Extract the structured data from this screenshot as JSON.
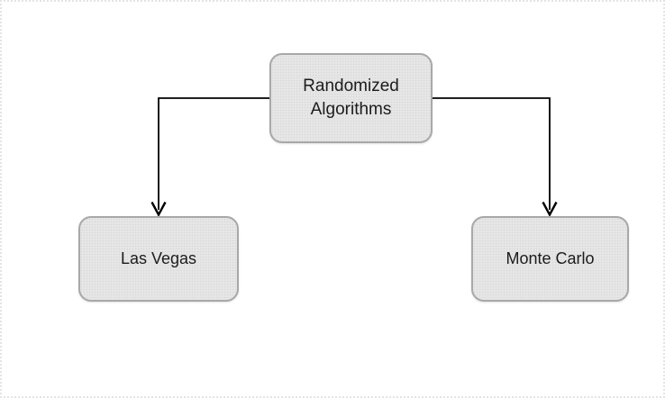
{
  "diagram": {
    "root": {
      "label": "Randomized Algorithms"
    },
    "children": [
      {
        "label": "Las Vegas"
      },
      {
        "label": "Monte Carlo"
      }
    ],
    "colors": {
      "node_fill": "#e6e6e6",
      "node_fill_dot": "#d3d3d3",
      "node_border": "#a8a8a8",
      "node_text": "#1c1c1c",
      "connector": "#000000",
      "canvas_bg": "#ffffff",
      "canvas_border": "#e4e4e4"
    }
  }
}
